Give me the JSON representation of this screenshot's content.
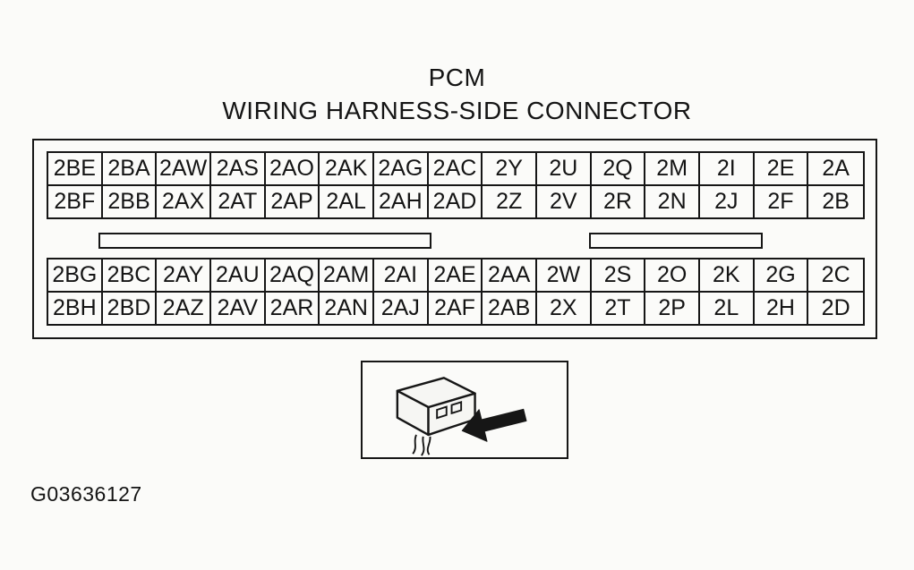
{
  "title": {
    "line1": "PCM",
    "line2": "WIRING HARNESS-SIDE CONNECTOR"
  },
  "connector": {
    "top_rows": [
      [
        "2BE",
        "2BA",
        "2AW",
        "2AS",
        "2AO",
        "2AK",
        "2AG",
        "2AC",
        "2Y",
        "2U",
        "2Q",
        "2M",
        "2I",
        "2E",
        "2A"
      ],
      [
        "2BF",
        "2BB",
        "2AX",
        "2AT",
        "2AP",
        "2AL",
        "2AH",
        "2AD",
        "2Z",
        "2V",
        "2R",
        "2N",
        "2J",
        "2F",
        "2B"
      ]
    ],
    "bottom_rows": [
      [
        "2BG",
        "2BC",
        "2AY",
        "2AU",
        "2AQ",
        "2AM",
        "2AI",
        "2AE",
        "2AA",
        "2W",
        "2S",
        "2O",
        "2K",
        "2G",
        "2C"
      ],
      [
        "2BH",
        "2BD",
        "2AZ",
        "2AV",
        "2AR",
        "2AN",
        "2AJ",
        "2AF",
        "2AB",
        "2X",
        "2T",
        "2P",
        "2L",
        "2H",
        "2D"
      ]
    ]
  },
  "figure_id": "G03636127",
  "icons": {
    "connector_plug_icon": "pcm-connector-plug-with-left-arrow"
  },
  "colors": {
    "line": "#161616",
    "background": "#fbfbf9"
  }
}
